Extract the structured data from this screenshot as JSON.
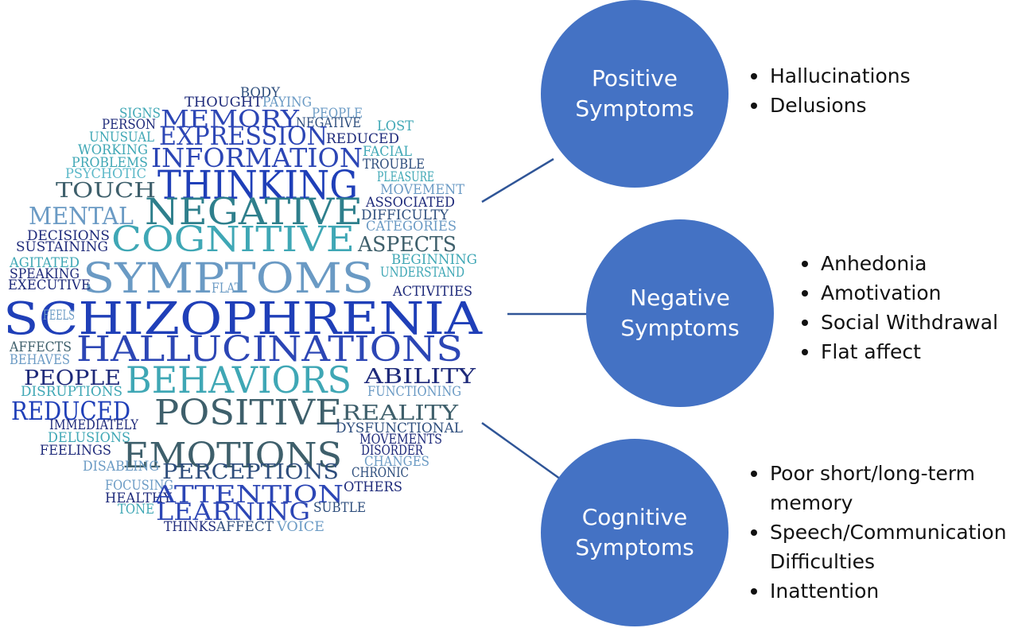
{
  "colors": {
    "circle_fill": "#4472c4",
    "circle_text": "#ffffff",
    "connector": "#2f5597",
    "cloud_palette": [
      "#1f3fb8",
      "#2c46b5",
      "#1e2a7a",
      "#2d4d7c",
      "#3e5f6b",
      "#3fa7b5",
      "#5bb8c8",
      "#6a9ac4",
      "#2e7f8c"
    ]
  },
  "categories": [
    {
      "title_line1": "Positive",
      "title_line2": "Symptoms",
      "items": [
        "Hallucinations",
        "Delusions"
      ]
    },
    {
      "title_line1": "Negative",
      "title_line2": "Symptoms",
      "items": [
        "Anhedonia",
        "Amotivation",
        "Social Withdrawal",
        "Flat affect"
      ]
    },
    {
      "title_line1": "Cognitive",
      "title_line2": "Symptoms",
      "items": [
        "Poor short/long-term",
        "memory",
        "Speech/Communication",
        "Difficulties",
        "Inattention"
      ]
    }
  ],
  "word_cloud": [
    {
      "word": "BODY",
      "c": 3
    },
    {
      "word": "THOUGHT",
      "c": 2
    },
    {
      "word": "PAYING",
      "c": 7
    },
    {
      "word": "PEOPLE",
      "c": 7
    },
    {
      "word": "SIGNS",
      "c": 5
    },
    {
      "word": "MEMORY",
      "c": 1
    },
    {
      "word": "NEGATIVE",
      "c": 3
    },
    {
      "word": "PERSON",
      "c": 2
    },
    {
      "word": "LOST",
      "c": 5
    },
    {
      "word": "UNUSUAL",
      "c": 5
    },
    {
      "word": "EXPRESSION",
      "c": 1
    },
    {
      "word": "REDUCED",
      "c": 2
    },
    {
      "word": "WORKING",
      "c": 5
    },
    {
      "word": "FACIAL",
      "c": 5
    },
    {
      "word": "PROBLEMS",
      "c": 5
    },
    {
      "word": "INFORMATION",
      "c": 1
    },
    {
      "word": "TROUBLE",
      "c": 3
    },
    {
      "word": "PSYCHOTIC",
      "c": 6
    },
    {
      "word": "PLEASURE",
      "c": 5
    },
    {
      "word": "TOUCH",
      "c": 4
    },
    {
      "word": "THINKING",
      "c": 0
    },
    {
      "word": "MOVEMENT",
      "c": 7
    },
    {
      "word": "ASSOCIATED",
      "c": 2
    },
    {
      "word": "MENTAL",
      "c": 7
    },
    {
      "word": "NEGATIVE",
      "c": 8
    },
    {
      "word": "DIFFICULTY",
      "c": 3
    },
    {
      "word": "CATEGORIES",
      "c": 7
    },
    {
      "word": "DECISIONS",
      "c": 2
    },
    {
      "word": "COGNITIVE",
      "c": 5
    },
    {
      "word": "ASPECTS",
      "c": 4
    },
    {
      "word": "SUSTAINING",
      "c": 2
    },
    {
      "word": "BEGINNING",
      "c": 5
    },
    {
      "word": "AGITATED",
      "c": 5
    },
    {
      "word": "SPEAKING",
      "c": 2
    },
    {
      "word": "SYMPTOMS",
      "c": 7
    },
    {
      "word": "UNDERSTAND",
      "c": 5
    },
    {
      "word": "EXECUTIVE",
      "c": 2
    },
    {
      "word": "FLAT",
      "c": 7
    },
    {
      "word": "ACTIVITIES",
      "c": 2
    },
    {
      "word": "SCHIZOPHRENIA",
      "c": 0
    },
    {
      "word": "FEELS",
      "c": 7
    },
    {
      "word": "AFFECTS",
      "c": 4
    },
    {
      "word": "HALLUCINATIONS",
      "c": 1
    },
    {
      "word": "BEHAVES",
      "c": 7
    },
    {
      "word": "PEOPLE",
      "c": 2
    },
    {
      "word": "BEHAVIORS",
      "c": 5
    },
    {
      "word": "ABILITY",
      "c": 2
    },
    {
      "word": "DISRUPTIONS",
      "c": 5
    },
    {
      "word": "FUNCTIONING",
      "c": 7
    },
    {
      "word": "REDUCED",
      "c": 0
    },
    {
      "word": "POSITIVE",
      "c": 4
    },
    {
      "word": "REALITY",
      "c": 4
    },
    {
      "word": "IMMEDIATELY",
      "c": 2
    },
    {
      "word": "DYSFUNCTIONAL",
      "c": 3
    },
    {
      "word": "DELUSIONS",
      "c": 5
    },
    {
      "word": "MOVEMENTS",
      "c": 2
    },
    {
      "word": "EMOTIONS",
      "c": 4
    },
    {
      "word": "FEELINGS",
      "c": 2
    },
    {
      "word": "DISORDER",
      "c": 2
    },
    {
      "word": "CHANGES",
      "c": 7
    },
    {
      "word": "DISABLING",
      "c": 7
    },
    {
      "word": "PERCEPTIONS",
      "c": 3
    },
    {
      "word": "CHRONIC",
      "c": 3
    },
    {
      "word": "FOCUSING",
      "c": 7
    },
    {
      "word": "OTHERS",
      "c": 2
    },
    {
      "word": "HEALTHY",
      "c": 2
    },
    {
      "word": "ATTENTION",
      "c": 1
    },
    {
      "word": "TONE",
      "c": 5
    },
    {
      "word": "SUBTLE",
      "c": 3
    },
    {
      "word": "LEARNING",
      "c": 1
    },
    {
      "word": "THINKS",
      "c": 2
    },
    {
      "word": "AFFECT",
      "c": 3
    },
    {
      "word": "VOICE",
      "c": 7
    }
  ]
}
